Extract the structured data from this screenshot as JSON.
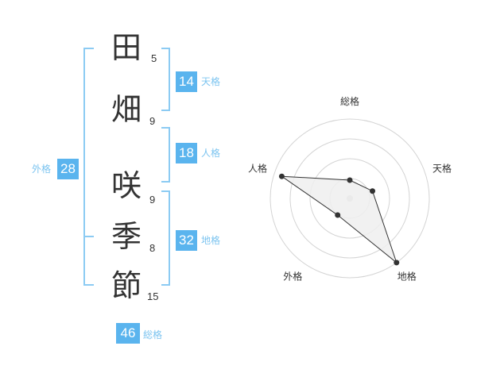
{
  "name": {
    "surname": [
      {
        "char": "田",
        "strokes": "5"
      },
      {
        "char": "畑",
        "strokes": "9"
      }
    ],
    "given": [
      {
        "char": "咲",
        "strokes": "9"
      },
      {
        "char": "季",
        "strokes": "8"
      },
      {
        "char": "節",
        "strokes": "15"
      }
    ]
  },
  "fortunes": {
    "tenkaku": {
      "value": "14",
      "label": "天格"
    },
    "jinkaku": {
      "value": "18",
      "label": "人格"
    },
    "chikaku": {
      "value": "32",
      "label": "地格"
    },
    "gaikaku": {
      "value": "28",
      "label": "外格"
    },
    "soukaku": {
      "value": "46",
      "label": "総格"
    }
  },
  "colors": {
    "accent": "#5ab4ee",
    "accent_text": "#7cc4f0",
    "bracket": "#8ccbf3",
    "grid": "#d4d4d4",
    "area_fill": "#eeeeee",
    "line": "#333333"
  },
  "chart_data": {
    "type": "radar",
    "axes": [
      "総格",
      "天格",
      "地格",
      "外格",
      "人格"
    ],
    "values": [
      0.23,
      0.3,
      1.0,
      0.26,
      0.9
    ],
    "range": [
      0,
      1
    ],
    "rings": 4
  }
}
